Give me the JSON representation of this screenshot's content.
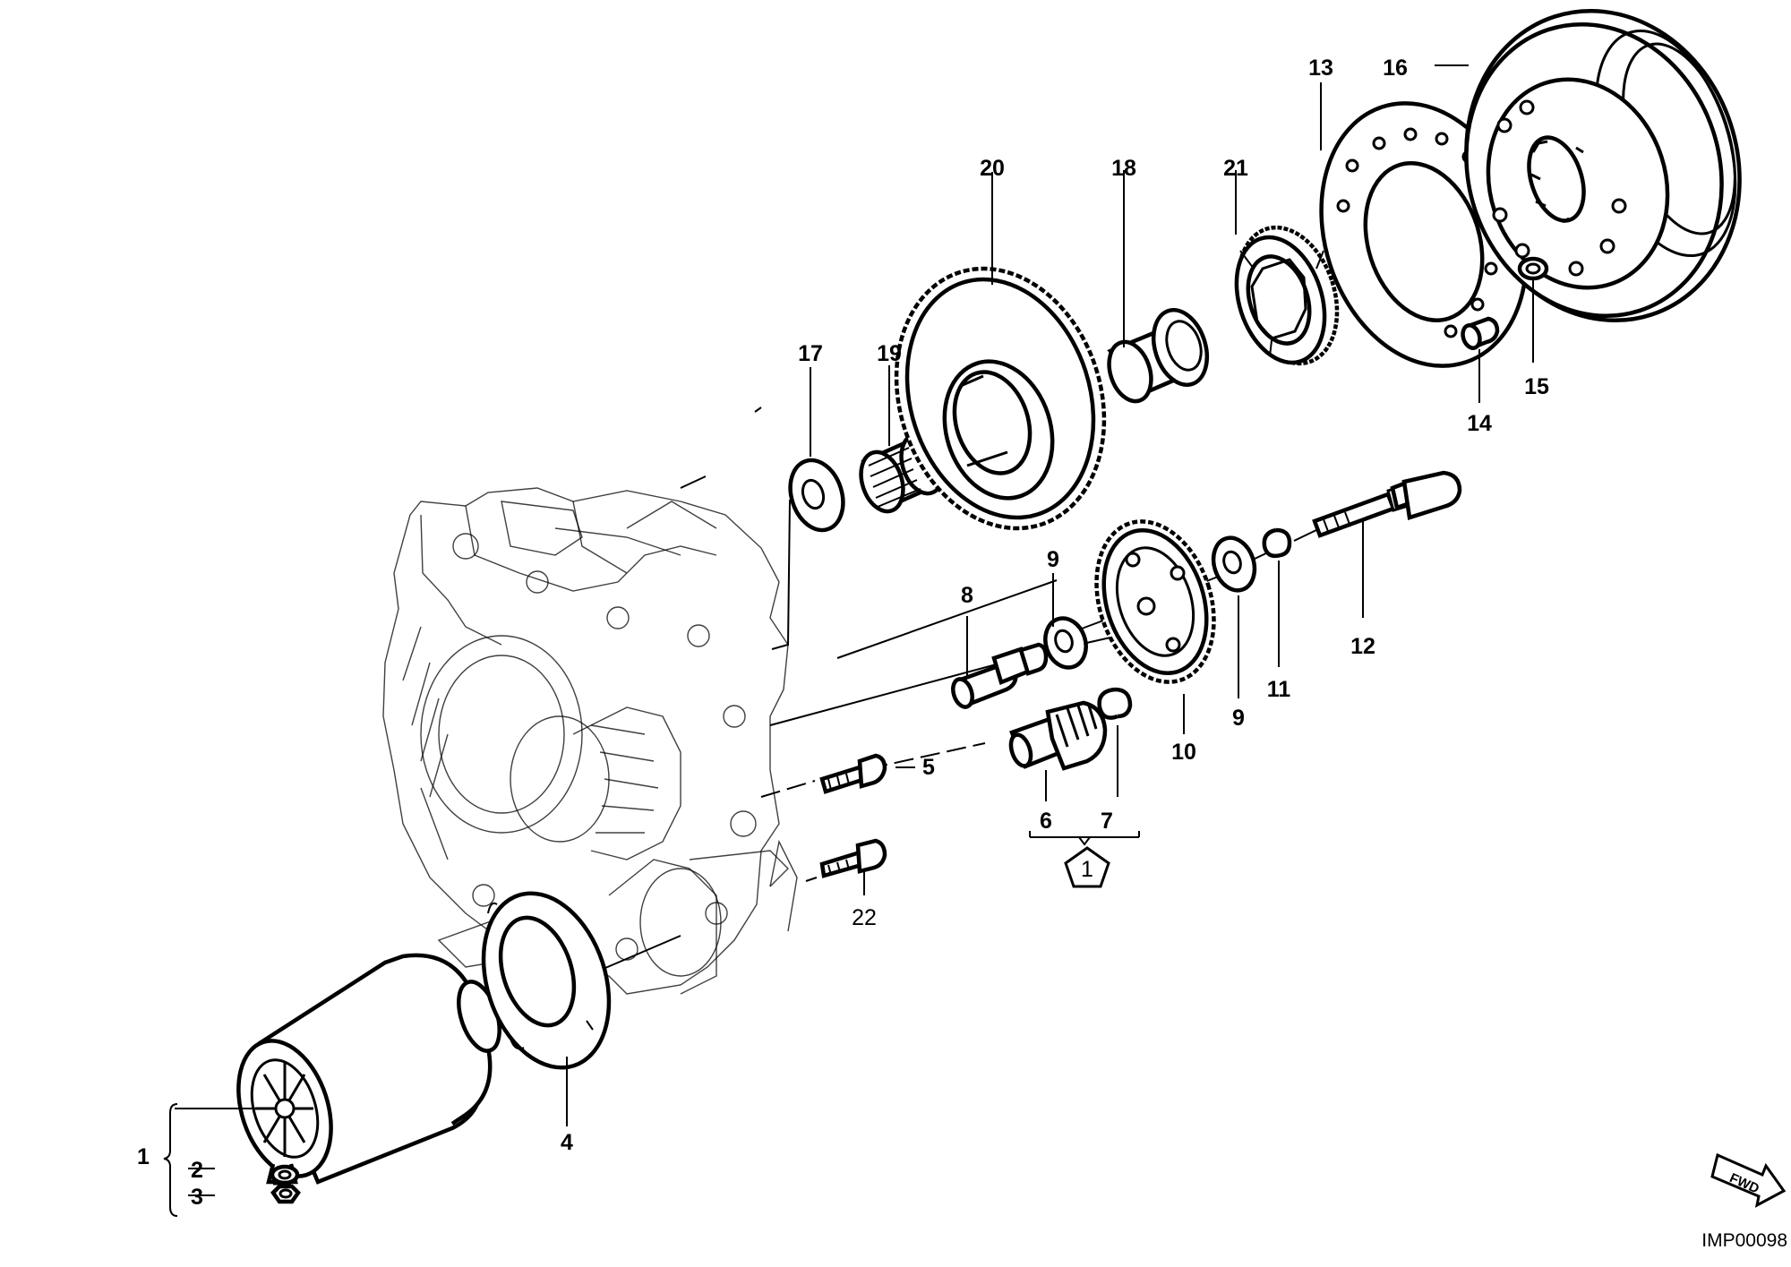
{
  "diagram": {
    "callouts": [
      {
        "id": "1",
        "text": "1"
      },
      {
        "id": "2",
        "text": "2"
      },
      {
        "id": "3",
        "text": "3"
      },
      {
        "id": "4",
        "text": "4"
      },
      {
        "id": "5",
        "text": "5"
      },
      {
        "id": "6",
        "text": "6"
      },
      {
        "id": "7",
        "text": "7"
      },
      {
        "id": "8",
        "text": "8"
      },
      {
        "id": "9a",
        "text": "9"
      },
      {
        "id": "9b",
        "text": "9"
      },
      {
        "id": "10",
        "text": "10"
      },
      {
        "id": "11",
        "text": "11"
      },
      {
        "id": "12",
        "text": "12"
      },
      {
        "id": "13",
        "text": "13"
      },
      {
        "id": "14",
        "text": "14"
      },
      {
        "id": "15",
        "text": "15"
      },
      {
        "id": "16",
        "text": "16"
      },
      {
        "id": "17",
        "text": "17"
      },
      {
        "id": "18",
        "text": "18"
      },
      {
        "id": "19",
        "text": "19"
      },
      {
        "id": "20",
        "text": "20"
      },
      {
        "id": "21",
        "text": "21"
      },
      {
        "id": "22",
        "text": "22"
      }
    ],
    "kit_symbol_label": "1",
    "fwd_label": "FWD",
    "image_code": "IMP00098"
  }
}
